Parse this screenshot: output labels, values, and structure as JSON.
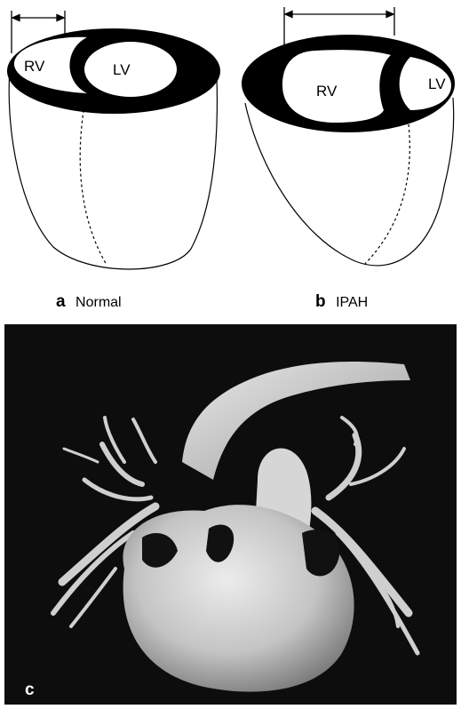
{
  "panels": {
    "a": {
      "letter": "a",
      "caption": "Normal",
      "rv_label": "RV",
      "lv_label": "LV"
    },
    "b": {
      "letter": "b",
      "caption": "IPAH",
      "rv_label": "RV",
      "lv_label": "LV"
    },
    "c": {
      "letter": "c"
    }
  },
  "colors": {
    "ink": "#000000",
    "background": "#ffffff",
    "photo_background": "#0d0d0d",
    "tissue": "#cfcfcf"
  }
}
